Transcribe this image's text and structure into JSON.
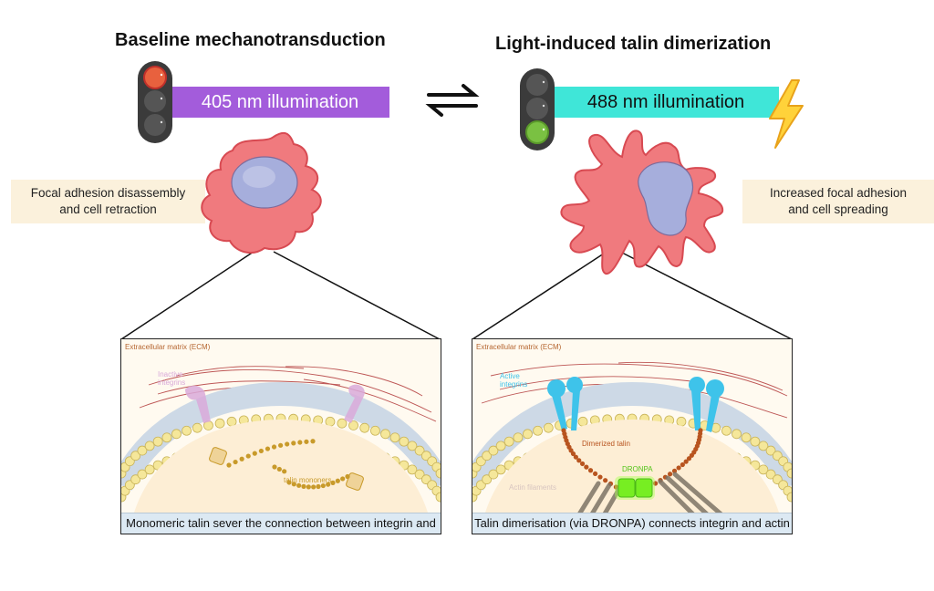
{
  "left": {
    "title": "Baseline mechanotransduction",
    "illumination_label": "405 nm illumination",
    "illumination_color": "#a35cdb",
    "traffic_light_state": "red",
    "effect_note_line1": "Focal adhesion disassembly",
    "effect_note_line2": "and cell retraction",
    "panel": {
      "ecm_label": "Extracellular matrix (ECM)",
      "integrin_label_line1": "Inactive",
      "integrin_label_line2": "integrins",
      "talin_label": "talin mononers",
      "caption": "Monomeric talin sever the connection between integrin and actin"
    }
  },
  "right": {
    "title": "Light-induced talin dimerization",
    "illumination_label": "488 nm illumination",
    "illumination_color": "#3fe6d8",
    "traffic_light_state": "green",
    "effect_note_line1": "Increased focal adhesion",
    "effect_note_line2": "and cell spreading",
    "panel": {
      "ecm_label": "Extracellular matrix (ECM)",
      "integrin_label_line1": "Active",
      "integrin_label_line2": "integrins",
      "talin_label": "Dimerized talin",
      "dronpa_label": "DRONPA",
      "actin_label": "Actin filaments",
      "caption": "Talin dimerisation (via DRONPA) connects integrin and actin"
    }
  },
  "equilibrium_symbol": "reversible-arrows",
  "colors": {
    "cell_body": "#f07a7e",
    "nucleus": "#9fa8d8",
    "ecm_fibers": "#b23a3a",
    "lipid_head": "#f5e79a",
    "membrane": "#cdd9e6",
    "inactive_integrin": "#d9a9d9",
    "active_integrin": "#3ec3ea",
    "talin_monomer": "#c89a2a",
    "talin_dimer": "#b8541f",
    "dronpa": "#77ee22"
  }
}
